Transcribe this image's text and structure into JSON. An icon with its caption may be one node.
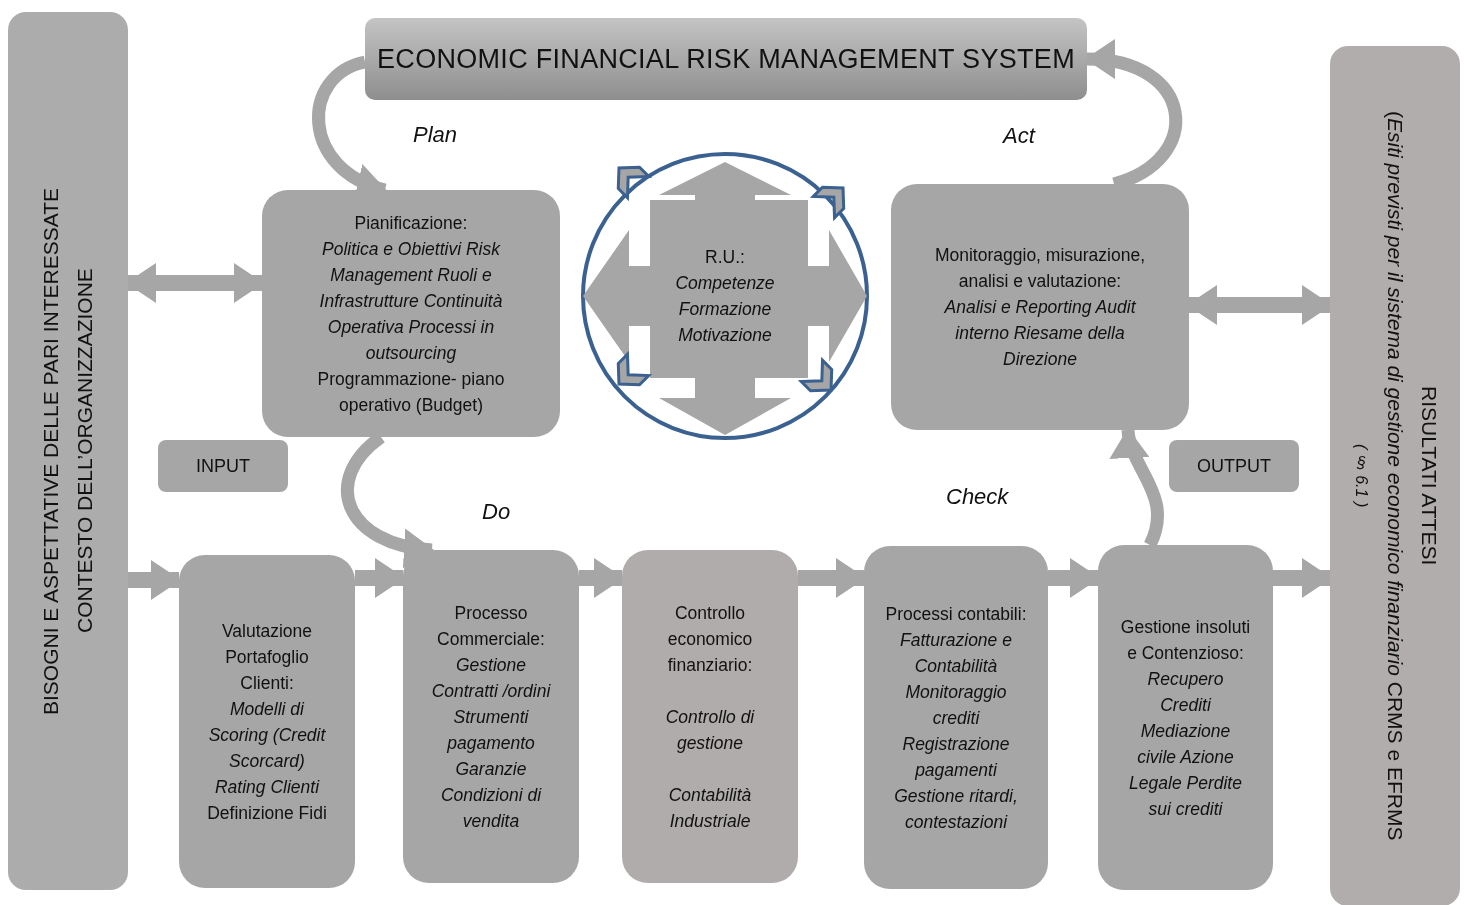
{
  "diagram": {
    "nodes": [
      {
        "text": [
          "CONTESTO DELL’ORGANIZZAZIONE",
          "BISOGNI E ASPETTATIVE DELLE PARI INTERESSATE"
        ]
      },
      {
        "text": [
          "ECONOMIC FINANCIAL RISK MANAGEMENT SYSTEM"
        ]
      },
      {
        "text": [
          "Pianificazione:",
          "Politica e Obiettivi Risk Management Ruoli e Infrastrutture Continuità Operativa Processi in outsourcing",
          "Programmazione- piano operativo (Budget)"
        ]
      },
      {
        "text": [
          "R.U.:",
          "Competenze Formazione Motivazione"
        ]
      },
      {
        "text": [
          "Monitoraggio, misurazione, analisi e valutazione:",
          "Analisi e Reporting Audit interno Riesame della Direzione"
        ]
      },
      {
        "text": [
          "RISULTATI ATTESI",
          "(*Esiti previsti per il sistema di gestione economico finanziario* CRMS e EFRMS",
          "( § 6.1 )"
        ]
      },
      {
        "text": [
          "INPUT"
        ]
      },
      {
        "text": [
          "OUTPUT"
        ]
      },
      {
        "text": [
          "Valutazione Portafoglio Clienti:",
          "Modelli di Scoring (Credit Scorcard) Rating Clienti",
          "Definizione Fidi"
        ]
      },
      {
        "text": [
          "Processo Commerciale:",
          "Gestione Contratti /ordini Strumenti pagamento Garanzie Condizioni di vendita"
        ]
      },
      {
        "text": [
          "Controllo economico finanziario:",
          "Controllo di gestione",
          "Contabilità Industriale"
        ]
      },
      {
        "text": [
          "Processi contabili:",
          "Fatturazione e Contabilità Monitoraggio crediti Registrazione pagamenti Gestione ritardi, contestazioni"
        ]
      },
      {
        "text": [
          "Gestione insoluti e Contenzioso:",
          "Recupero Crediti Mediazione civile Azione Legale Perdite sui crediti"
        ]
      }
    ],
    "edges": [
      {
        "from": 0,
        "to": 2,
        "arrow": "both"
      },
      {
        "from": 4,
        "to": 5,
        "arrow": "both"
      },
      {
        "from": 1,
        "to": 2,
        "arrow": "to"
      },
      {
        "from": 2,
        "to": 9,
        "arrow": "to"
      },
      {
        "from": 4,
        "to": 1,
        "arrow": "to"
      },
      {
        "from": 12,
        "to": 4,
        "arrow": "to"
      },
      {
        "from": 0,
        "to": 8,
        "arrow": "to"
      },
      {
        "from": 8,
        "to": 9,
        "arrow": "to"
      },
      {
        "from": 9,
        "to": 10,
        "arrow": "to"
      },
      {
        "from": 10,
        "to": 11,
        "arrow": "to"
      },
      {
        "from": 11,
        "to": 12,
        "arrow": "to"
      },
      {
        "from": 12,
        "to": 5,
        "arrow": "to"
      }
    ],
    "labels": [
      "Plan",
      "Act",
      "Do",
      "Check"
    ]
  }
}
